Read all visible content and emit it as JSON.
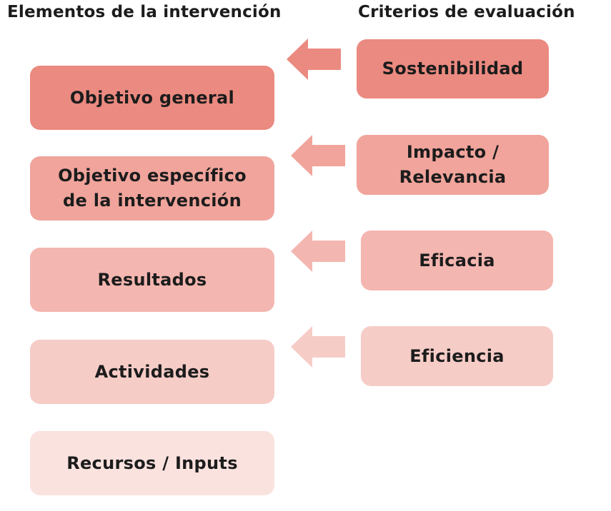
{
  "headings": {
    "left": "Elementos de la intervención",
    "right": "Criterios de evaluación"
  },
  "elements": [
    {
      "label": "Objetivo general",
      "color": "#eb8a80"
    },
    {
      "label": "Objetivo específico\nde la intervención",
      "color": "#f0a49b"
    },
    {
      "label": "Resultados",
      "color": "#f4b6b0"
    },
    {
      "label": "Actividades",
      "color": "#f6ccc7"
    },
    {
      "label": "Recursos / Inputs",
      "color": "#fae2df"
    }
  ],
  "criteria": [
    {
      "label": "Sostenibilidad",
      "color": "#eb8a80"
    },
    {
      "label": "Impacto /\nRelevancia",
      "color": "#f0a49b"
    },
    {
      "label": "Eficacia",
      "color": "#f4b6b0"
    },
    {
      "label": "Eficiencia",
      "color": "#f6ccc7"
    }
  ],
  "arrow_colors": [
    "#eb8a80",
    "#f0a49b",
    "#f4b6b0",
    "#f6ccc7"
  ]
}
